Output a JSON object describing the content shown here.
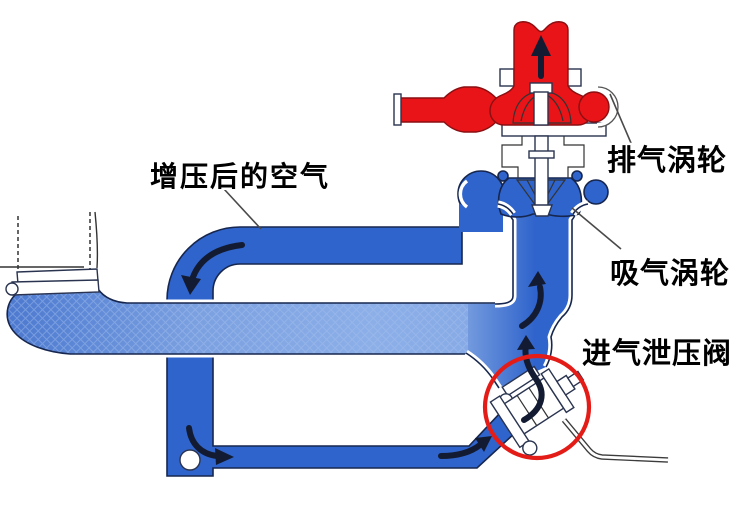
{
  "diagram": {
    "type": "turbocharger-airflow-schematic",
    "labels": {
      "boosted_air": "增压后的空气",
      "exhaust_turbine": "排气涡轮",
      "intake_turbine": "吸气涡轮",
      "intake_relief_valve": "进气泄压阀"
    },
    "colors": {
      "pipe_blue": "#2f64cc",
      "pipe_blue_light": "#8cafe8",
      "pipe_blue_deep": "#4b77ce",
      "exhaust_red": "#e81417",
      "outline_navy": "#16264e",
      "arrow_dark": "#131b32",
      "highlight_red": "#e41c18",
      "pointer_gray": "#4a4a4a",
      "background": "#ffffff"
    },
    "flow_arrows": [
      "exhaust-out-arrow",
      "charge-pipe-down-arrow",
      "return-pipe-right-arrow",
      "return-to-valve-arrow",
      "through-relief-valve-arrow",
      "into-compressor-arrow"
    ],
    "highlight": {
      "shape": "ellipse",
      "color": "#e41c18",
      "target": "进气泄压阀"
    }
  }
}
